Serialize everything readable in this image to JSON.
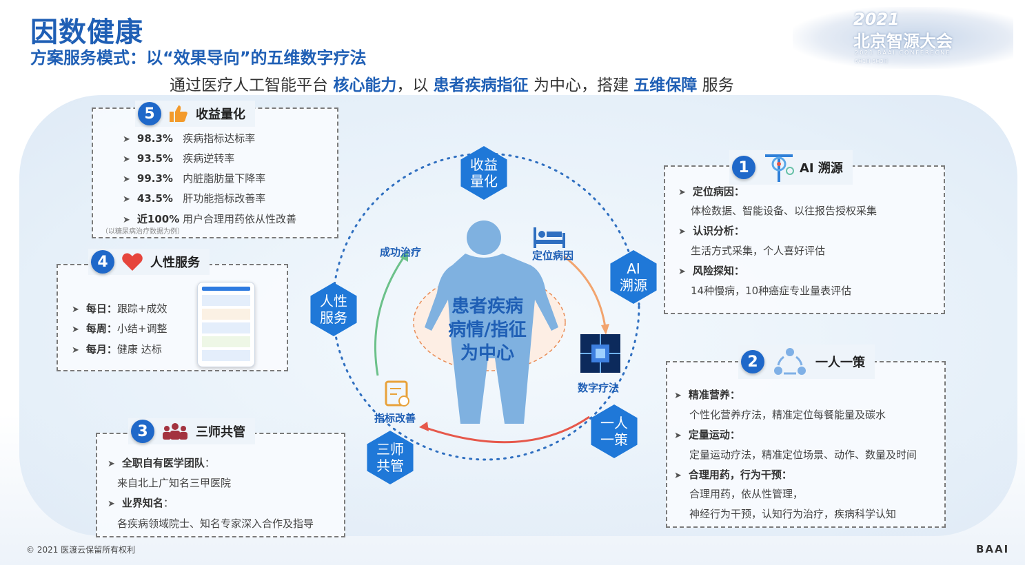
{
  "header": {
    "title": "因数健康",
    "subtitle": "方案服务模式：以“效果导向”的五维数字疗法",
    "tagline_parts": [
      "通过医疗人工智能平台",
      "核心能力",
      "，以",
      "患者疾病指征",
      "为中心，搭建",
      "五维保障",
      "服务"
    ]
  },
  "conference": {
    "year": "2021",
    "name": "北京智源大会",
    "english": "2021 BAAI CONFERECNE",
    "date": "6月1日-6月3日"
  },
  "box5": {
    "number": "5",
    "label": "收益量化",
    "icon": "thumbs-up-icon",
    "items": [
      {
        "value": "98.3%",
        "text": "疾病指标达标率"
      },
      {
        "value": "93.5%",
        "text": "疾病逆转率"
      },
      {
        "value": "99.3%",
        "text": "内脏脂肪量下降率"
      },
      {
        "value": "43.5%",
        "text": "肝功能指标改善率"
      },
      {
        "value": "近100%",
        "text": "用户合理用药依从性改善"
      }
    ],
    "note": "（以糖尿病治疗数据为例）"
  },
  "box4": {
    "number": "4",
    "label": "人性服务",
    "icon": "heart-icon",
    "items": [
      {
        "key": "每日：",
        "text": "跟踪+成效"
      },
      {
        "key": "每周：",
        "text": "小结+调整"
      },
      {
        "key": "每月：",
        "text": "健康 达标"
      }
    ]
  },
  "box3": {
    "number": "3",
    "label": "三师共管",
    "icon": "team-icon",
    "items": [
      {
        "key": "全职自有医学团队",
        "sep": "：",
        "text": "来自北上广知名三甲医院"
      },
      {
        "key": "业界知名",
        "sep": "：",
        "text": "各疾病领域院士、知名专家深入合作及指导"
      }
    ]
  },
  "box1": {
    "number": "1",
    "label": "AI 溯源",
    "icon": "scan-icon",
    "items": [
      {
        "key": "定位病因：",
        "text": "体检数据、智能设备、以往报告授权采集"
      },
      {
        "key": "认识分析：",
        "text": "生活方式采集，个人喜好评估"
      },
      {
        "key": "风险探知：",
        "text": "14种慢病，10种癌症专业量表评估"
      }
    ]
  },
  "box2": {
    "number": "2",
    "label": "一人一策",
    "icon": "cycle-icon",
    "items": [
      {
        "key": "精准营养：",
        "text": "个性化营养疗法，精准定位每餐能量及碳水"
      },
      {
        "key": "定量运动：",
        "text": "定量运动疗法，精准定位场景、动作、数量及时间"
      },
      {
        "key": "合理用药，行为干预：",
        "text1": "合理用药，依从性管理，",
        "text2": "神经行为干预，认知行为治疗，疾病科学认知"
      }
    ]
  },
  "center": {
    "body_text": [
      "患者疾病",
      "病情/指征",
      "为中心"
    ],
    "hex_benefit": [
      "收益",
      "量化"
    ],
    "hex_ai": [
      "AI",
      "溯源"
    ],
    "hex_plan": [
      "一人",
      "一策"
    ],
    "hex_team": [
      "三师",
      "共管"
    ],
    "hex_human": [
      "人性",
      "服务"
    ],
    "label_locate": "定位病因",
    "label_digital": "数字疗法",
    "label_improve": "指标改善",
    "label_success": "成功治疗"
  },
  "footer": {
    "copyright": "© 2021 医渡云保留所有权利",
    "brand": "BAAI"
  },
  "colors": {
    "primary": "#1f5fb5",
    "badge": "#1f68c9",
    "hex_dark": "#1f78d8",
    "hex_pale": "#b9d4ee",
    "arrow_orange": "#f2a46e",
    "arrow_green": "#6cc18a",
    "arrow_red": "#e6584b"
  }
}
